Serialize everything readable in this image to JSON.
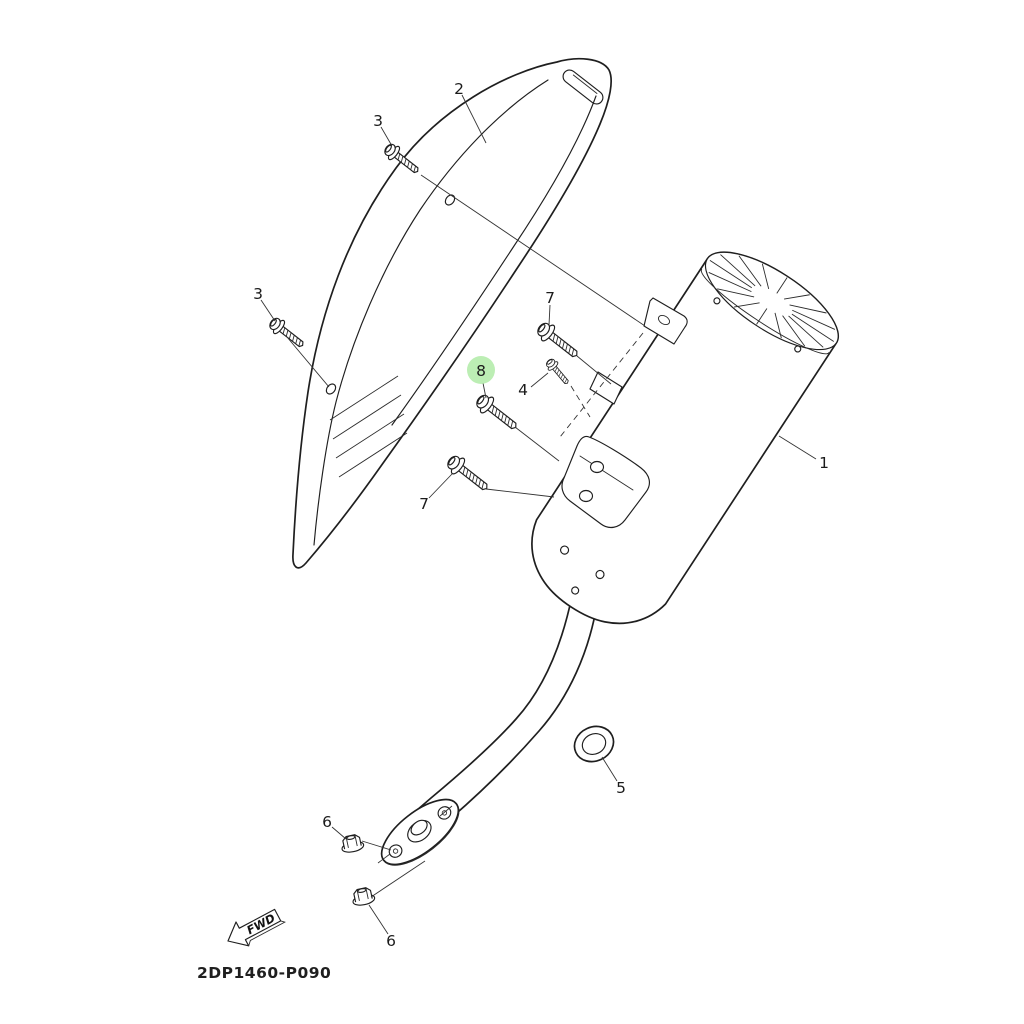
{
  "figure": {
    "part_code": "2DP1460-P090",
    "fwd_label": "FWD",
    "highlight_color": "#b5ecac",
    "callouts": {
      "c1": "1",
      "c2": "2",
      "c3a": "3",
      "c3b": "3",
      "c4": "4",
      "c5": "5",
      "c6a": "6",
      "c6b": "6",
      "c7a": "7",
      "c7b": "7",
      "c8": "8"
    }
  }
}
